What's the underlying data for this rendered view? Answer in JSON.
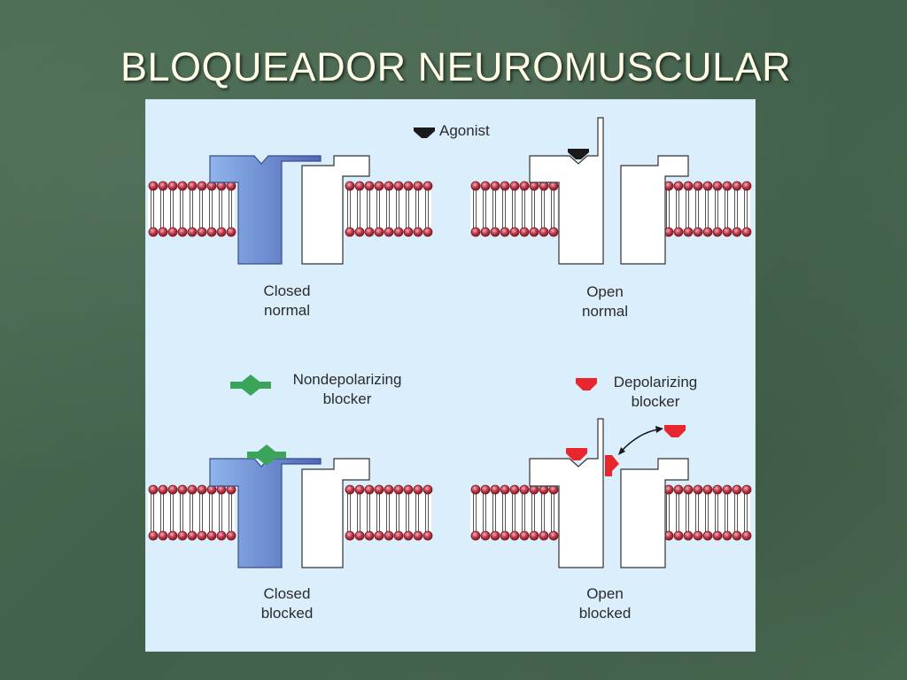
{
  "slide": {
    "title": "BLOQUEADOR NEUROMUSCULAR"
  },
  "legend": {
    "agonist": "Agonist",
    "nondepolarizing": {
      "line1": "Nondepolarizing",
      "line2": "blocker"
    },
    "depolarizing": {
      "line1": "Depolarizing",
      "line2": "blocker"
    }
  },
  "panels": [
    {
      "id": "closed-normal",
      "line1": "Closed",
      "line2": "normal"
    },
    {
      "id": "open-normal",
      "line1": "Open",
      "line2": "normal"
    },
    {
      "id": "closed-blocked",
      "line1": "Closed",
      "line2": "blocked"
    },
    {
      "id": "open-blocked",
      "line1": "Open",
      "line2": "blocked"
    }
  ],
  "colors": {
    "channel_fill": "#5d79c4",
    "channel_stroke": "#3a4c8a",
    "lipid_head": "#c0394a",
    "agonist": "#1a1a1a",
    "nondepolarizing_blocker": "#3aa55a",
    "depolarizing_blocker": "#e8262e",
    "figure_background": "#dbeefc"
  }
}
